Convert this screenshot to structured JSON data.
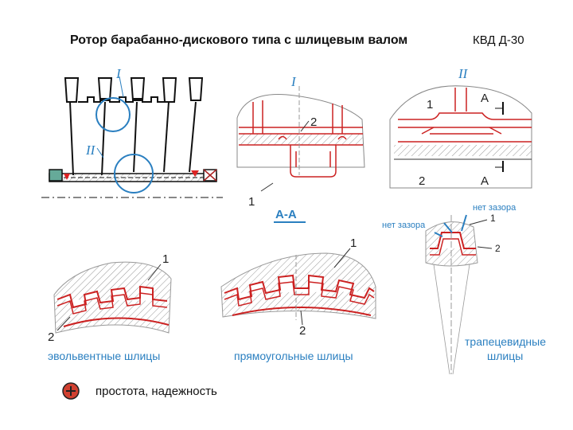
{
  "title": "Ротор барабанно-дискового типа с шлицевым валом",
  "engine_code": "КВД Д-30",
  "roman_labels": {
    "I_main": "I",
    "II_main": "II",
    "I_detail": "I",
    "II_detail": "II"
  },
  "part_labels": {
    "d1_2": "2",
    "d1_1": "1",
    "d2_1": "1",
    "d2_2": "2",
    "A_top": "A",
    "A_bottom": "A",
    "ev_1": "1",
    "ev_2": "2",
    "rect_1": "1",
    "rect_2": "2",
    "trap_1": "1",
    "trap_2": "2"
  },
  "section_label": "А-А",
  "captions": {
    "involute": "эвольвентные шлицы",
    "rectangular": "прямоугольные шлицы",
    "trapezoid_1": "трапецевидные",
    "trapezoid_2": "шлицы"
  },
  "callouts": {
    "no_gap_right": "нет зазора",
    "no_gap_left": "нет зазора"
  },
  "advantages": "простота,   надежность"
}
